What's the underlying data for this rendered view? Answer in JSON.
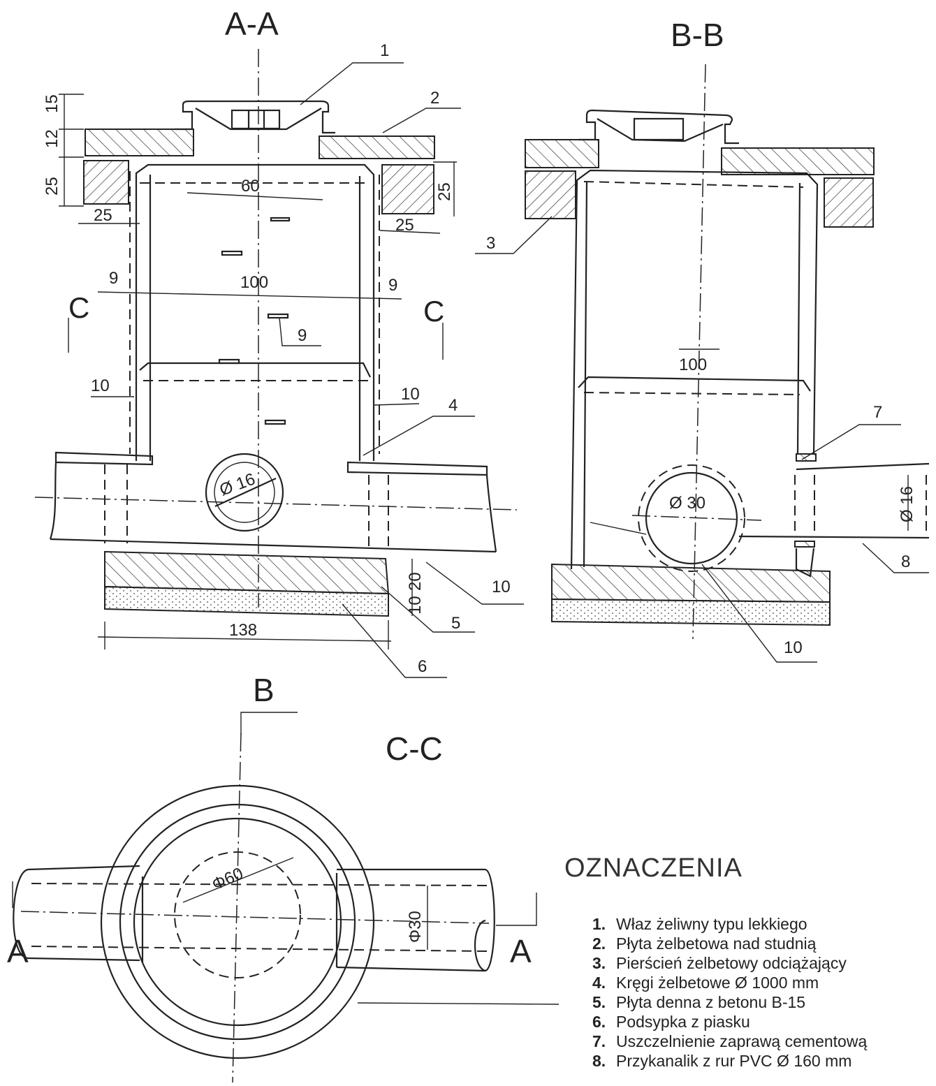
{
  "sections": {
    "aa": "A-A",
    "bb": "B-B",
    "cc": "C-C",
    "b_marker": "B",
    "c_left": "C",
    "c_right": "C",
    "a_left": "A",
    "a_right": "A"
  },
  "dimensions_aa": {
    "d15": "15",
    "d12": "12",
    "d25_left_v": "25",
    "d25_left_h": "25",
    "d60": "60",
    "d25_right_v": "25",
    "d25_right_h": "25",
    "d9_left": "9",
    "d100": "100",
    "d9_right": "9",
    "d10_left": "10",
    "d10_right": "10",
    "pipe": "Ø 16",
    "d20": "20",
    "d10_base": "10",
    "d138": "138",
    "d10_bottom": "10"
  },
  "dimensions_bb": {
    "d100": "100",
    "pipe30": "Ø 30",
    "pipe16": "Ø 16",
    "d10_bottom": "10"
  },
  "dimensions_cc": {
    "phi60": "Φ60",
    "phi30": "Φ30"
  },
  "callouts": [
    "1",
    "2",
    "3",
    "4",
    "5",
    "6",
    "7",
    "8",
    "9"
  ],
  "legend": {
    "title": "OZNACZENIA",
    "items": [
      {
        "num": "1.",
        "text": "Właz żeliwny typu lekkiego"
      },
      {
        "num": "2.",
        "text": "Płyta żelbetowa nad studnią"
      },
      {
        "num": "3.",
        "text": "Pierścień żelbetowy odciążający"
      },
      {
        "num": "4.",
        "text": "Kręgi żelbetowe Ø 1000 mm"
      },
      {
        "num": "5.",
        "text": "Płyta denna z betonu B-15"
      },
      {
        "num": "6.",
        "text": "Podsypka z piasku"
      },
      {
        "num": "7.",
        "text": "Uszczelnienie zaprawą cementową"
      },
      {
        "num": "8.",
        "text": "Przykanalik z rur PVC Ø 160 mm"
      }
    ]
  }
}
